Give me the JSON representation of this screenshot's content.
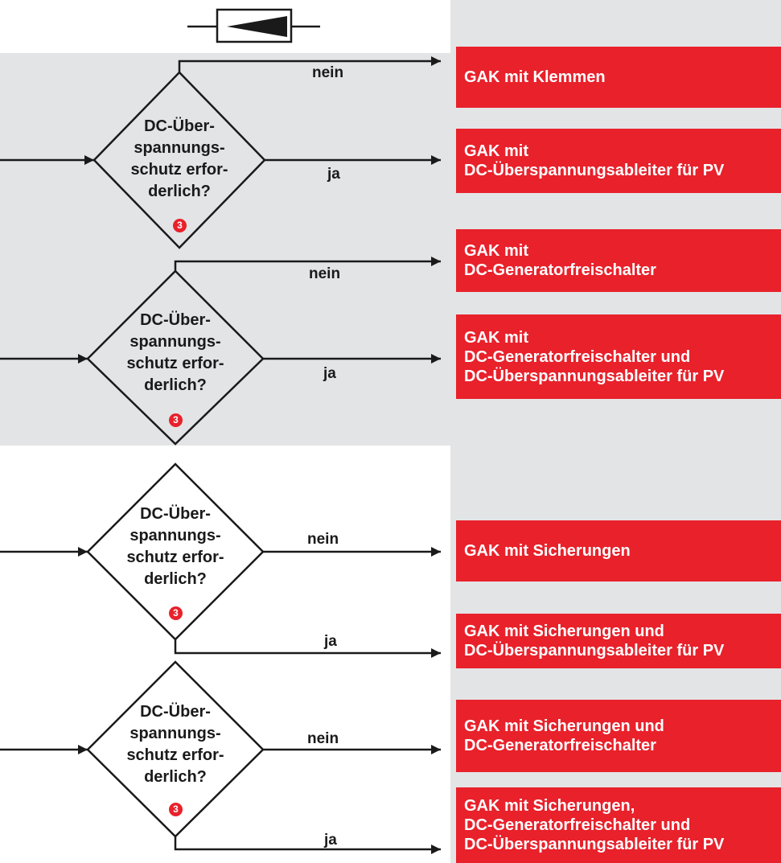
{
  "decision": {
    "line1": "DC-Über-",
    "line2": "spannungs-",
    "line3": "schutz erfor-",
    "line4": "derlich?",
    "ref": "3"
  },
  "labels": {
    "no": "nein",
    "yes": "ja"
  },
  "outcomes": [
    {
      "lines": [
        "GAK mit Klemmen"
      ]
    },
    {
      "lines": [
        "GAK mit",
        "DC-Überspannungsableiter für PV"
      ]
    },
    {
      "lines": [
        "GAK mit",
        "DC-Generatorfreischalter"
      ]
    },
    {
      "lines": [
        "GAK mit",
        "DC-Generatorfreischalter und",
        "DC-Überspannungsableiter für PV"
      ]
    },
    {
      "lines": [
        "GAK mit Sicherungen"
      ]
    },
    {
      "lines": [
        "GAK mit Sicherungen und",
        "DC-Überspannungsableiter für PV"
      ]
    },
    {
      "lines": [
        "GAK mit Sicherungen und",
        "DC-Generatorfreischalter"
      ]
    },
    {
      "lines": [
        "GAK mit Sicherungen,",
        "DC-Generatorfreischalter und",
        "DC-Überspannungsableiter für PV"
      ]
    }
  ],
  "colors": {
    "accent": "#e8212b",
    "panel": "#e3e4e6",
    "line": "#1a1a1a"
  }
}
